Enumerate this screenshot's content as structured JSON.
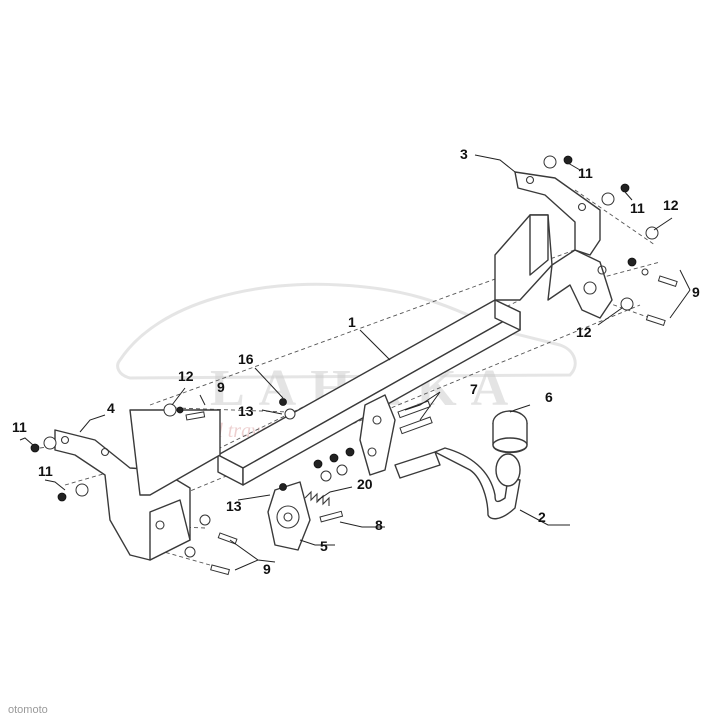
{
  "diagram": {
    "callouts": {
      "c1": "1",
      "c2": "2",
      "c3": "3",
      "c4": "4",
      "c5": "5",
      "c6": "6",
      "c7": "7",
      "c8": "8",
      "c9_left": "9",
      "c9_left_bottom": "9",
      "c9_right": "9",
      "c11_left_top": "11",
      "c11_left_bottom": "11",
      "c11_right_top": "11",
      "c11_right_bottom": "11",
      "c12_left": "12",
      "c12_right_top": "12",
      "c12_right_bottom": "12",
      "c13_top": "13",
      "c13_bottom": "13",
      "c16": "16",
      "c20": "20"
    }
  },
  "watermark": {
    "name": "LAHAKA",
    "tagline": "pack and travel"
  },
  "source_credit": "otomoto"
}
